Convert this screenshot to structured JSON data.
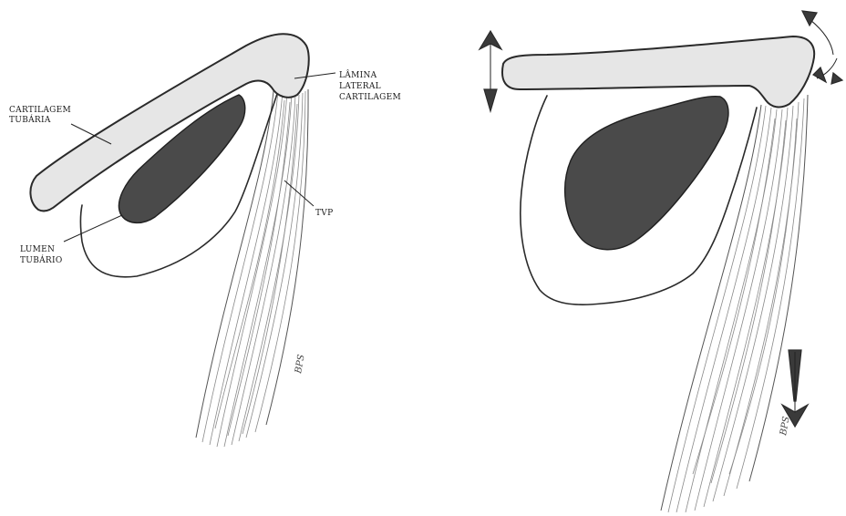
{
  "figure": {
    "left_panel": {
      "labels": {
        "cartilage_line1": "CARTILAGEM",
        "cartilage_line2": "TUBÁRIA",
        "lamina_line1": "LÂMINA",
        "lamina_line2": "LATERAL",
        "lamina_line3": "CARTILAGEM",
        "tvp": "TVP",
        "lumen_line1": "LUMEN",
        "lumen_line2": "TUBÁRIO"
      },
      "signature": "BPS"
    },
    "right_panel": {
      "signature": "BPS"
    }
  }
}
